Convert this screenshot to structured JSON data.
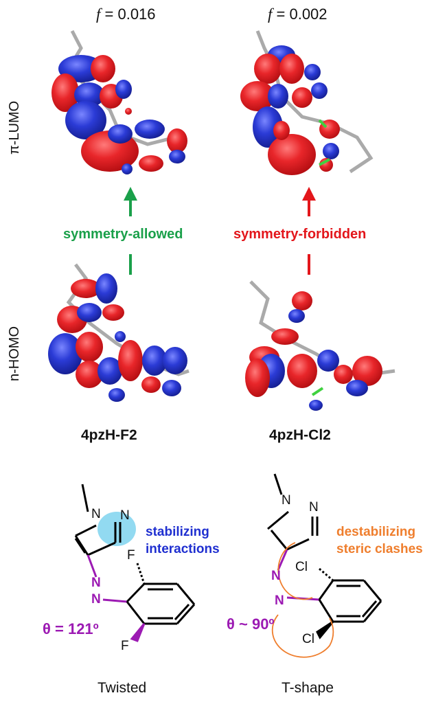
{
  "header": {
    "left_f_value": "= 0.016",
    "right_f_value": "= 0.002",
    "f_symbol": "f"
  },
  "rows": {
    "top_label": "π-LUMO",
    "bottom_label": "n-HOMO"
  },
  "transitions": {
    "left_label": "symmetry-allowed",
    "right_label": "symmetry-forbidden",
    "left_color": "#1aa04a",
    "right_color": "#e3161b"
  },
  "compounds": {
    "left_name": "4pzH-F2",
    "right_name": "4pzH-Cl2"
  },
  "structures": {
    "left_annotation_line1": "stabilizing",
    "left_annotation_line2": "interactions",
    "right_annotation_line1": "destabilizing",
    "right_annotation_line2": "steric clashes",
    "left_angle": "θ = 121º",
    "right_angle": "θ ~ 90º",
    "left_shape": "Twisted",
    "right_shape": "T-shape",
    "atom_N": "N",
    "atom_F": "F",
    "atom_Cl": "Cl"
  },
  "colors": {
    "orbital_positive": "#e8262a",
    "orbital_negative": "#2b3bd6",
    "purple": "#9c1ab3",
    "blue_text": "#1f2fd0",
    "orange": "#ef7e2d",
    "highlight": "#7fd3ef"
  }
}
